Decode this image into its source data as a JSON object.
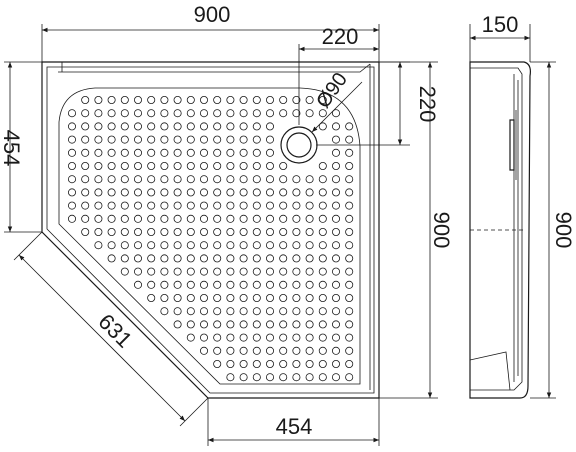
{
  "dimensions": {
    "top_width": "900",
    "side_depth": "150",
    "drain_offset_x": "220",
    "drain_offset_y": "220",
    "drain_diameter": "Ø90",
    "left_side": "454",
    "bottom_side": "454",
    "diagonal": "631",
    "right_height": "900",
    "side_height": "900"
  },
  "colors": {
    "stroke": "#1a1a1a",
    "background": "#ffffff"
  }
}
